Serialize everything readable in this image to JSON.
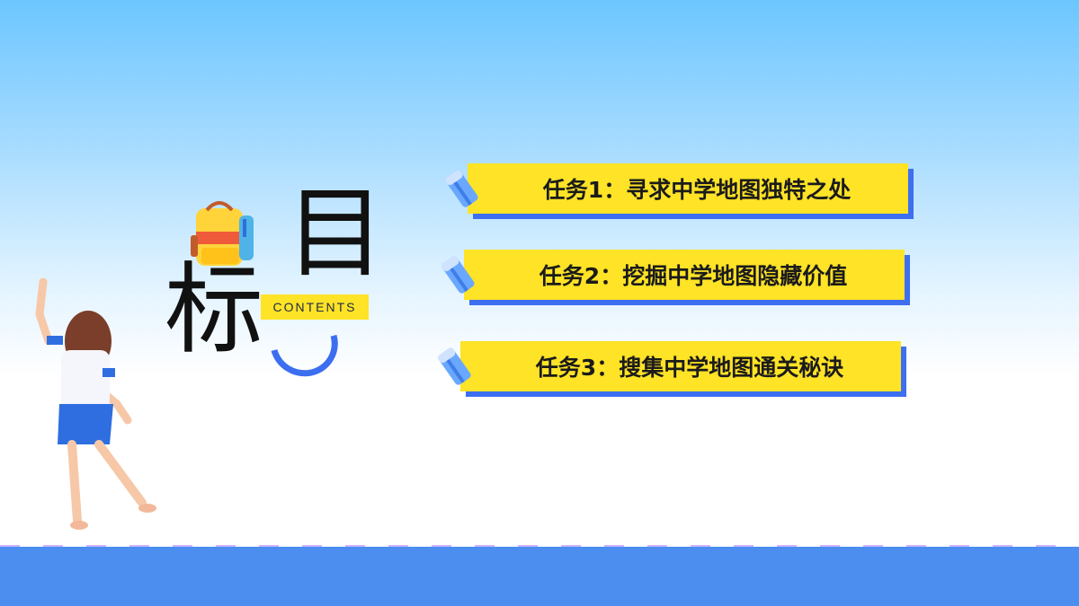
{
  "title": {
    "char_1": "标",
    "char_2": "目",
    "tag": "CONTENTS"
  },
  "tasks": [
    {
      "label": "任务1：寻求中学地图独特之处"
    },
    {
      "label": "任务2：挖掘中学地图隐藏价值"
    },
    {
      "label": "任务3：搜集中学地图通关秘诀"
    }
  ],
  "colors": {
    "accent_yellow": "#ffe326",
    "accent_blue": "#3d6ff0",
    "sky_top": "#6cc6ff",
    "bottom_bar": "#4b8ef0"
  },
  "icons": [
    "backpack-icon",
    "pencil-icon",
    "girl-illustration"
  ]
}
